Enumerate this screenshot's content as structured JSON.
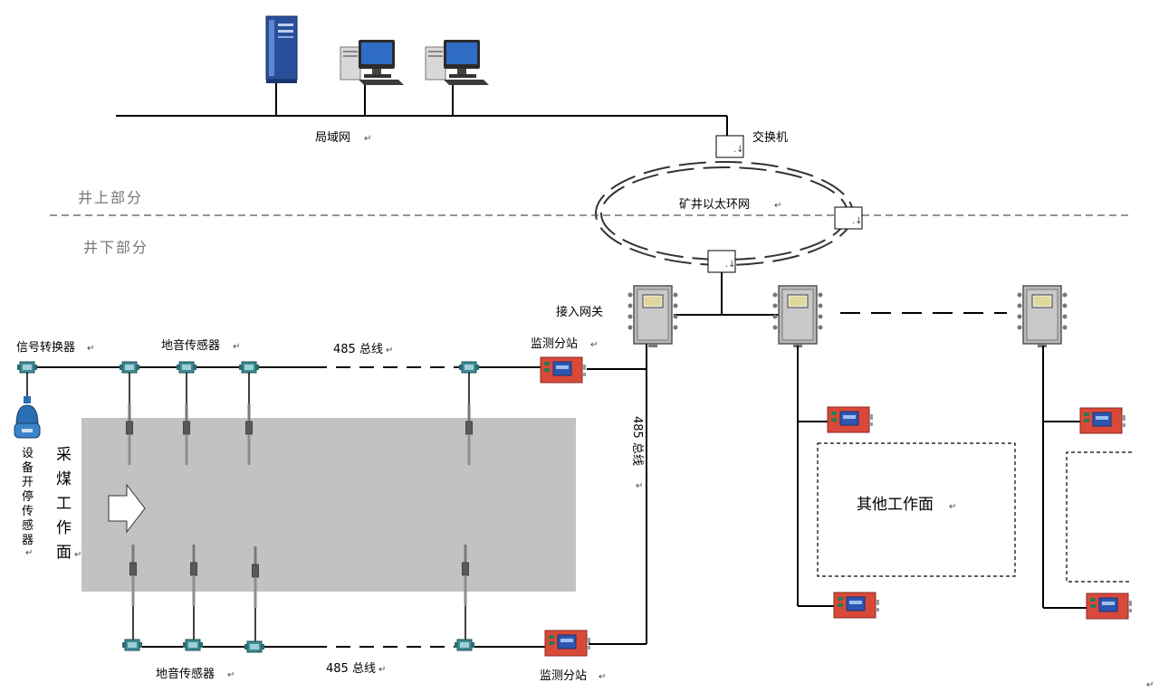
{
  "labels": {
    "lan": "局域网",
    "switch": "交换机",
    "ring": "矿井以太环网",
    "above": "井上部分",
    "below": "井下部分",
    "gateway": "接入网关",
    "signal_converter": "信号转换器",
    "geo_sensor_top": "地音传感器",
    "bus_top": "485 总线",
    "station_top": "监测分站",
    "bus_vertical": "485 总线",
    "face_chars": [
      "采",
      "煤",
      "工",
      "作",
      "面"
    ],
    "equip_chars": [
      "设",
      "备",
      "开",
      "停",
      "传",
      "感",
      "器"
    ],
    "geo_sensor_bottom": "地音传感器",
    "bus_bottom": "485 总线",
    "station_bottom": "监测分站",
    "other_face": "其他工作面"
  },
  "paragraph_mark": "↵",
  "icons": {
    "server": "server-tower-icon",
    "pc": "desktop-computer-icon",
    "switch": "network-switch-icon",
    "gateway": "gateway-cabinet-icon",
    "station": "monitoring-station-icon",
    "sensor": "geo-sound-sensor-icon",
    "converter": "signal-converter-icon",
    "probe": "sensor-probe-icon",
    "equip": "equipment-switch-sensor-icon",
    "arrow": "advance-direction-arrow-icon"
  },
  "colors": {
    "workface": "#c2c2c2",
    "station_red": "#d9493a",
    "sensor_teal": "#3e8c95",
    "gateway_grey": "#b8b8b8",
    "server_blue": "#2a4f9a"
  }
}
